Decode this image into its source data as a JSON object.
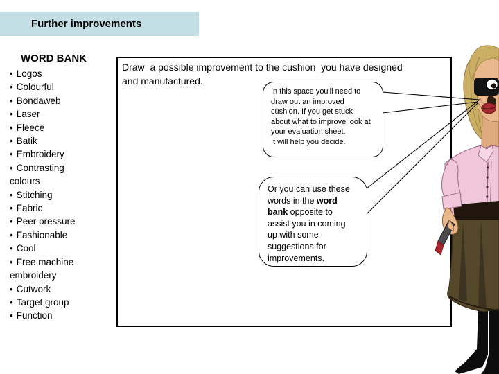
{
  "slide": {
    "title": "Further improvements"
  },
  "word_bank": {
    "heading": "WORD BANK",
    "bullet": "•",
    "items": [
      "Logos",
      "Colourful",
      "Bondaweb",
      "Laser",
      "Fleece",
      "Batik",
      "Embroidery",
      "Contrasting colours",
      "Stitching",
      "Fabric",
      "Peer pressure",
      "Fashionable",
      "Cool",
      "Free machine embroidery",
      "Cutwork",
      "Target group",
      "Function"
    ]
  },
  "main_box": {
    "instruction": "Draw  a possible improvement to the cushion  you have designed\nand manufactured."
  },
  "callout_space": {
    "text": "In this space you'll need to\ndraw out an improved\ncushion. If you get stuck\nabout what to improve look at\nyour evaluation sheet.\nIt will help you decide."
  },
  "callout_wordbank": {
    "before": "Or you can use these\nwords in the ",
    "bold": "word\nbank",
    "after": " opposite to\nassist you in coming\nup with some\nsuggestions for\nimprovements."
  },
  "character": {
    "description": "teacher illustration, blonde hair, black glasses, pink blouse, brown skirt, black boots, holding marker",
    "colors": {
      "banner": "#c3dfe5",
      "hair": "#c9ae63",
      "hair_shadow": "#9e8547",
      "skin": "#e9b88c",
      "skin_shadow": "#dfab7e",
      "lips": "#a82b33",
      "glasses": "#141414",
      "shirt": "#efc6da",
      "shirt_outline": "#9c6b84",
      "collar": "#f5d7e5",
      "waistband": "#20160c",
      "skirt": "#55472a",
      "skirt_fold": "#3c3220",
      "boots": "#0d0d0d",
      "marker": "#4b4b4d",
      "marker_cap": "#a8262e"
    }
  }
}
